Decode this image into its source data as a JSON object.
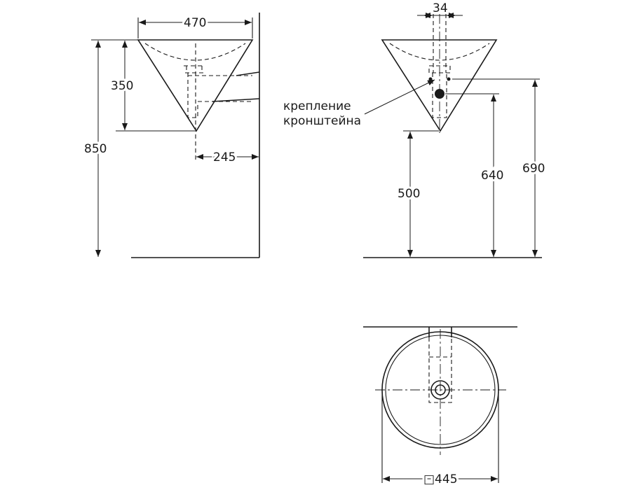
{
  "side_view": {
    "dim_width": "470",
    "dim_bowl_height": "350",
    "dim_total_height": "850",
    "dim_wall_offset": "245"
  },
  "front_view": {
    "dim_pipe": "34",
    "dim_bottom": "500",
    "dim_bracket": "640",
    "dim_top": "690",
    "label_line1": "крепление",
    "label_line2": "кронштейна"
  },
  "top_view": {
    "dim_diameter": "□445"
  }
}
